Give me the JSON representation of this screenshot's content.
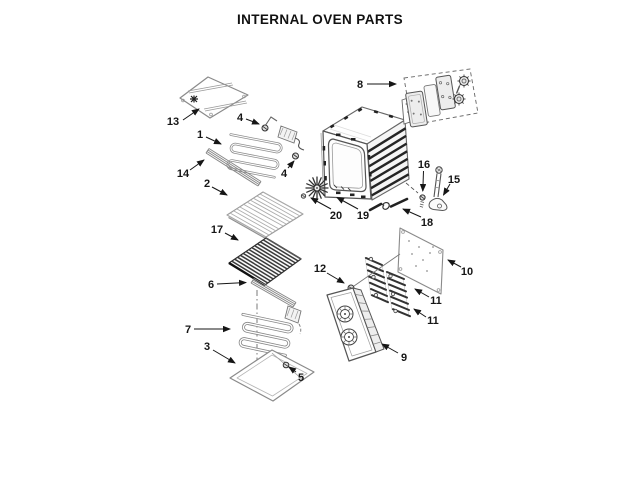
{
  "title": "INTERNAL OVEN PARTS",
  "colors": {
    "paper": "#ffffff",
    "ink": "#161616",
    "part_light": "#999999",
    "part_dark": "#2a2a2a"
  },
  "callouts": {
    "c1": "1",
    "c2": "2",
    "c3": "3",
    "c4a": "4",
    "c4b": "4",
    "c5": "5",
    "c6": "6",
    "c7": "7",
    "c8": "8",
    "c9": "9",
    "c10": "10",
    "c11a": "11",
    "c11b": "11",
    "c12": "12",
    "c13": "13",
    "c14": "14",
    "c15": "15",
    "c16": "16",
    "c17": "17",
    "c18": "18",
    "c19": "19",
    "c20": "20"
  }
}
